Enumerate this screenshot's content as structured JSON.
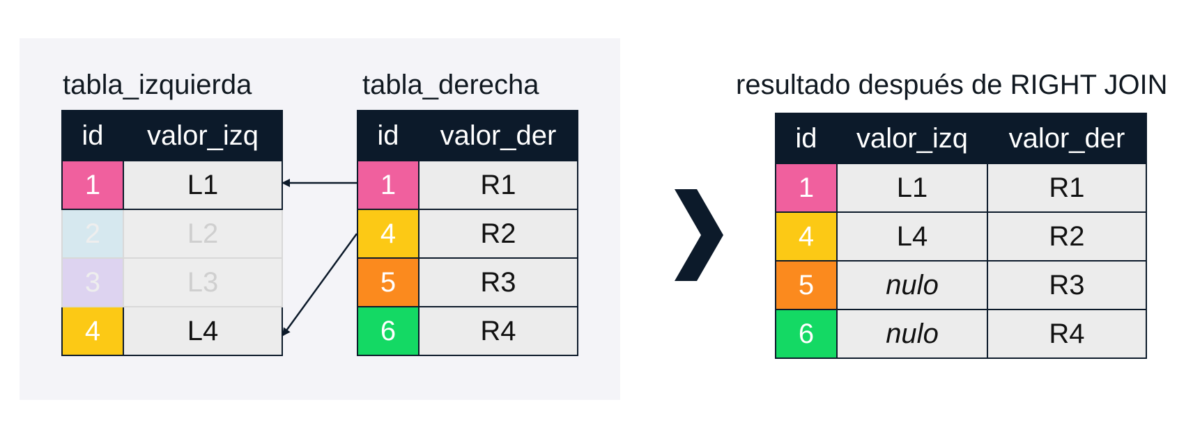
{
  "left_table": {
    "caption": "tabla_izquierda",
    "headers": [
      "id",
      "valor_izq"
    ],
    "rows": [
      {
        "id": "1",
        "value": "L1",
        "color": "#f0609e",
        "faded": false
      },
      {
        "id": "2",
        "value": "L2",
        "color": "#d6e8ef",
        "faded": true
      },
      {
        "id": "3",
        "value": "L3",
        "color": "#ddd3f0",
        "faded": true
      },
      {
        "id": "4",
        "value": "L4",
        "color": "#fcc915",
        "faded": false
      }
    ]
  },
  "right_table": {
    "caption": "tabla_derecha",
    "headers": [
      "id",
      "valor_der"
    ],
    "rows": [
      {
        "id": "1",
        "value": "R1",
        "color": "#f0609e"
      },
      {
        "id": "4",
        "value": "R2",
        "color": "#fcc915"
      },
      {
        "id": "5",
        "value": "R3",
        "color": "#fb8a1e"
      },
      {
        "id": "6",
        "value": "R4",
        "color": "#14d964"
      }
    ]
  },
  "result_table": {
    "caption": "resultado después de RIGHT JOIN",
    "headers": [
      "id",
      "valor_izq",
      "valor_der"
    ],
    "rows": [
      {
        "id": "1",
        "izq": "L1",
        "der": "R1",
        "color": "#f0609e",
        "null_izq": false
      },
      {
        "id": "4",
        "izq": "L4",
        "der": "R2",
        "color": "#fcc915",
        "null_izq": false
      },
      {
        "id": "5",
        "izq": "nulo",
        "der": "R3",
        "color": "#fb8a1e",
        "null_izq": true
      },
      {
        "id": "6",
        "izq": "nulo",
        "der": "R4",
        "color": "#14d964",
        "null_izq": true
      }
    ]
  },
  "colors": {
    "header_bg": "#0c1a2a",
    "cell_bg": "#ececec",
    "panel_bg": "#f4f4f8"
  },
  "icons": [
    "chevron-right-icon",
    "arrow-left-icon"
  ]
}
